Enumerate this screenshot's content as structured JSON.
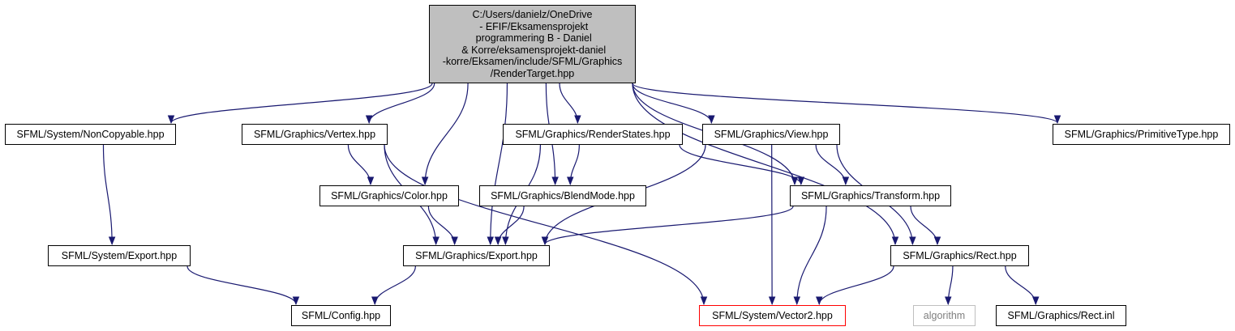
{
  "root": {
    "lines": [
      "C:/Users/danielz/OneDrive",
      " - EFIF/Eksamensprojekt",
      " programmering B - Daniel",
      " & Korre/eksamensprojekt-daniel",
      "-korre/Eksamen/include/SFML/Graphics",
      "/RenderTarget.hpp"
    ]
  },
  "nodes": {
    "noncopyable": "SFML/System/NonCopyable.hpp",
    "vertex": "SFML/Graphics/Vertex.hpp",
    "renderstates": "SFML/Graphics/RenderStates.hpp",
    "view": "SFML/Graphics/View.hpp",
    "primitivetype": "SFML/Graphics/PrimitiveType.hpp",
    "color": "SFML/Graphics/Color.hpp",
    "blendmode": "SFML/Graphics/BlendMode.hpp",
    "transform": "SFML/Graphics/Transform.hpp",
    "system_export": "SFML/System/Export.hpp",
    "graphics_export": "SFML/Graphics/Export.hpp",
    "rect": "SFML/Graphics/Rect.hpp",
    "config": "SFML/Config.hpp",
    "vector2": "SFML/System/Vector2.hpp",
    "algorithm": "algorithm",
    "rect_inl": "SFML/Graphics/Rect.inl"
  },
  "colors": {
    "edge": "#191970",
    "root_fill": "#bfbfbf",
    "node_border": "#000000",
    "missing_border": "#ff0000",
    "external_border": "#bfbfbf"
  },
  "edges": [
    [
      "root",
      "noncopyable"
    ],
    [
      "root",
      "vertex"
    ],
    [
      "root",
      "renderstates"
    ],
    [
      "root",
      "view"
    ],
    [
      "root",
      "primitivetype"
    ],
    [
      "root",
      "color"
    ],
    [
      "root",
      "blendmode"
    ],
    [
      "root",
      "transform"
    ],
    [
      "root",
      "graphics_export"
    ],
    [
      "root",
      "rect"
    ],
    [
      "noncopyable",
      "system_export"
    ],
    [
      "vertex",
      "color"
    ],
    [
      "vertex",
      "graphics_export"
    ],
    [
      "vertex",
      "vector2"
    ],
    [
      "renderstates",
      "blendmode"
    ],
    [
      "renderstates",
      "transform"
    ],
    [
      "renderstates",
      "graphics_export"
    ],
    [
      "view",
      "transform"
    ],
    [
      "view",
      "rect"
    ],
    [
      "view",
      "vector2"
    ],
    [
      "view",
      "graphics_export"
    ],
    [
      "color",
      "graphics_export"
    ],
    [
      "blendmode",
      "graphics_export"
    ],
    [
      "transform",
      "graphics_export"
    ],
    [
      "transform",
      "rect"
    ],
    [
      "transform",
      "vector2"
    ],
    [
      "system_export",
      "config"
    ],
    [
      "graphics_export",
      "config"
    ],
    [
      "rect",
      "vector2"
    ],
    [
      "rect",
      "algorithm"
    ],
    [
      "rect",
      "rect_inl"
    ]
  ]
}
